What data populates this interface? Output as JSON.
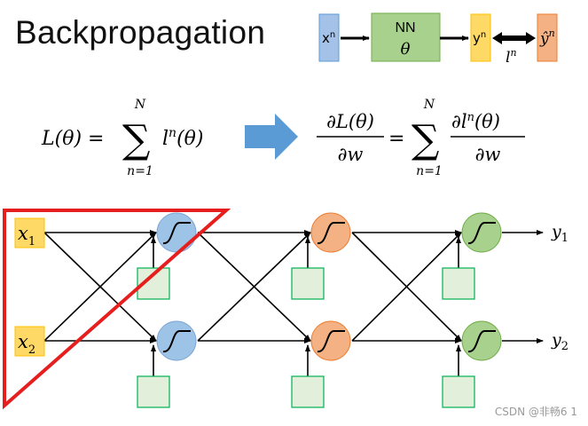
{
  "title": "Backpropagation",
  "pipeline": {
    "input_label": "x",
    "input_sup": "n",
    "nn_label": "NN",
    "nn_param": "θ",
    "output_label": "y",
    "output_sup": "n",
    "target_label": "ŷ",
    "target_sup": "n",
    "loss_label": "l",
    "loss_sup": "n",
    "colors": {
      "input": "#a4c2e8",
      "nn": "#a9d18e",
      "output": "#ffd966",
      "target": "#f4b183"
    }
  },
  "equations": {
    "left": {
      "lhs": "L(θ) =",
      "sum_top": "N",
      "sum_bottom": "n=1",
      "term": "l",
      "term_sup": "n",
      "term_arg": "(θ)"
    },
    "right": {
      "num": "∂L(θ)",
      "den": "∂w",
      "eq": "=",
      "sum_top": "N",
      "sum_bottom": "n=1",
      "term_num": "∂l",
      "term_sup": "n",
      "term_arg": "(θ)",
      "term_den": "∂w"
    },
    "arrow_color": "#5b9bd5"
  },
  "network": {
    "inputs": [
      {
        "name": "x",
        "sub": "1"
      },
      {
        "name": "x",
        "sub": "2"
      }
    ],
    "outputs": [
      {
        "name": "y",
        "sub": "1"
      },
      {
        "name": "y",
        "sub": "2"
      }
    ],
    "layers": [
      {
        "color": "#9dc3e6",
        "stroke": "#7ea6d6"
      },
      {
        "color": "#f4b183",
        "stroke": "#ed7d31"
      },
      {
        "color": "#a9d18e",
        "stroke": "#70ad47"
      }
    ],
    "highlight_color": "#e61e1e"
  },
  "watermark": "CSDN @非畅6 1"
}
